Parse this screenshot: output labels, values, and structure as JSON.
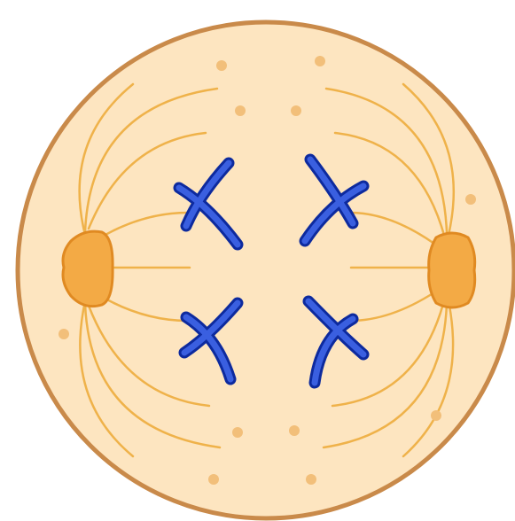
{
  "diagram": {
    "subject": "cell-in-metaphase",
    "colors": {
      "background": "#ffffff",
      "cytoplasm": "#fde5c0",
      "membrane": "#c98a4a",
      "spindle_fiber": "#efb24a",
      "centrosome_fill": "#f3aa45",
      "centrosome_outline": "#e08a22",
      "chromosome_outline": "#0d2a9e",
      "chromosome_fill": "#3a5fe0",
      "granule": "#f2bf7a"
    },
    "elements": {
      "cell": "cell-membrane",
      "centrosomes": 2,
      "chromosomes": 4,
      "spindle_fibers_per_pole": 9,
      "granules": 11
    }
  }
}
